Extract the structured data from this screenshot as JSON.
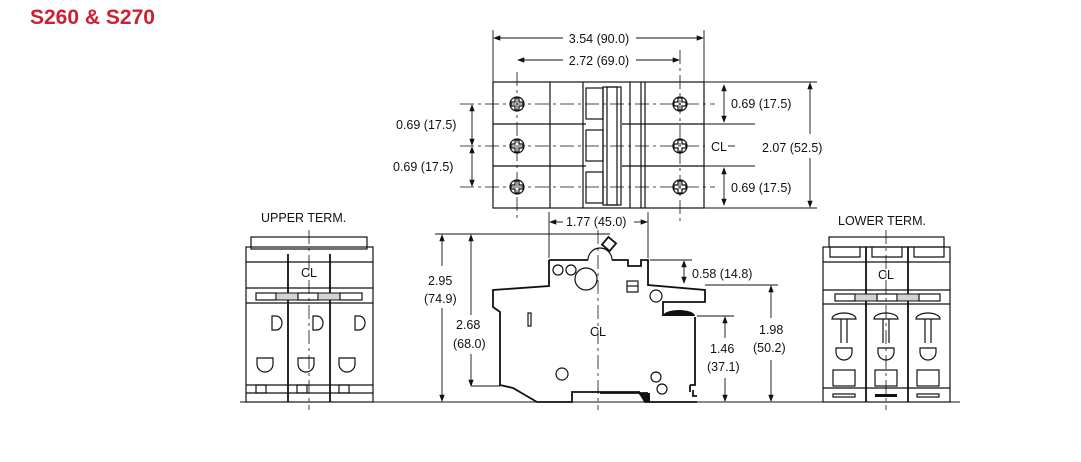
{
  "title": "S260 & S270",
  "top_view": {
    "overall_width": "3.54 (90.0)",
    "terminal_spacing": "2.72 (69.0)",
    "pole_pitch_left_1": "0.69 (17.5)",
    "pole_pitch_left_2": "0.69 (17.5)",
    "pole_pitch_right_1": "0.69 (17.5)",
    "pole_pitch_right_2": "0.69 (17.5)",
    "overall_height": "2.07 (52.5)",
    "centerline": "CL"
  },
  "side_view": {
    "depth": "1.77 (45.0)",
    "total_height_in": "2.95",
    "total_height_mm": "(74.9)",
    "body_height_in": "2.68",
    "body_height_mm": "(68.0)",
    "step": "0.58 (14.8)",
    "front_height_in": "1.98",
    "front_height_mm": "(50.2)",
    "rail_height_in": "1.46",
    "rail_height_mm": "(37.1)",
    "centerline": "CL"
  },
  "upper_term": {
    "label": "UPPER TERM.",
    "centerline": "CL"
  },
  "lower_term": {
    "label": "LOWER TERM.",
    "centerline": "CL"
  },
  "colors": {
    "title": "#d0202f"
  }
}
